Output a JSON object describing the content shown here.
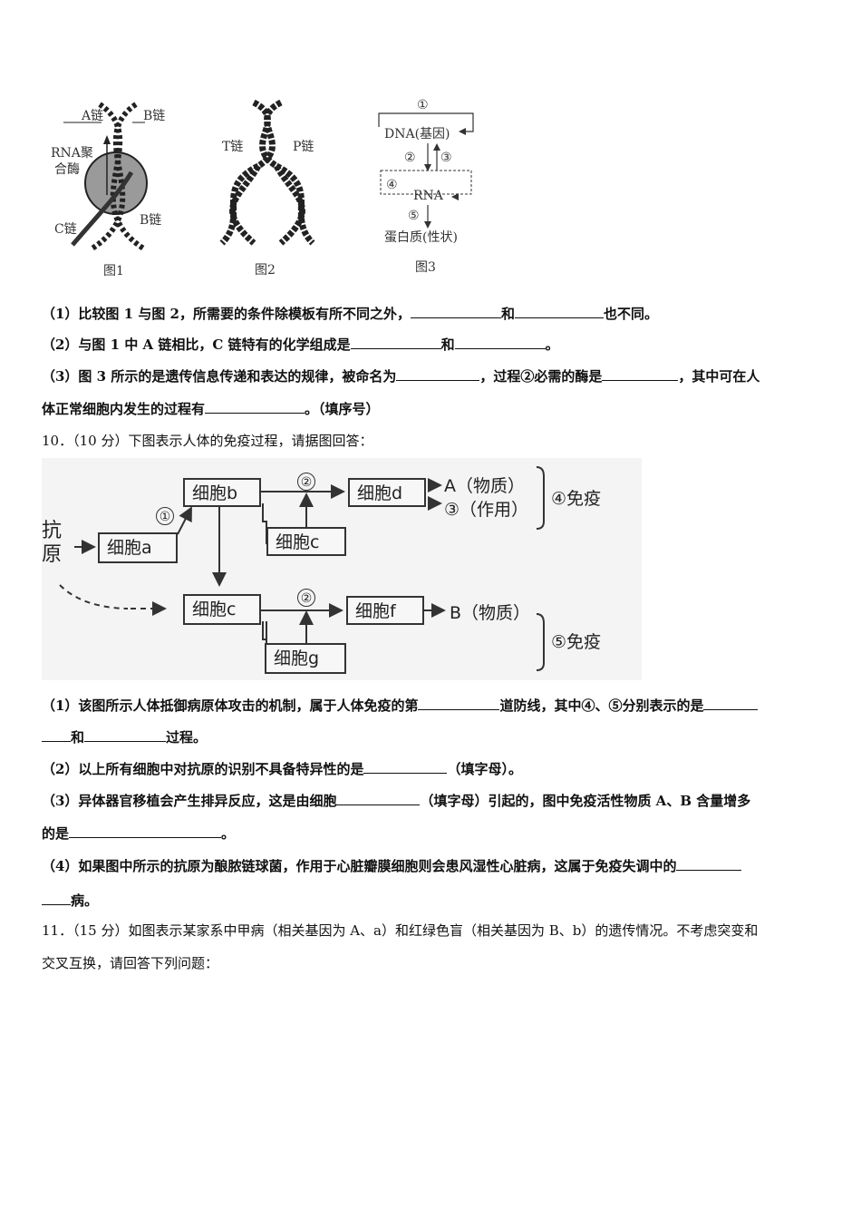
{
  "figures": {
    "fig1": {
      "caption": "图1",
      "labels": [
        "A链",
        "B链",
        "RNA聚",
        "合酶",
        "C链",
        "B链"
      ]
    },
    "fig2": {
      "caption": "图2",
      "labels": [
        "T链",
        "P链"
      ]
    },
    "fig3": {
      "caption": "图3",
      "nodes": [
        "DNA(基因)",
        "RNA",
        "蛋白质(性状)"
      ],
      "process_marks": [
        "①",
        "②",
        "③",
        "④",
        "⑤"
      ]
    }
  },
  "q9": {
    "p1": "（1）比较图 1 与图 2，所需要的条件除模板有所不同之外，",
    "p1_and": "和",
    "p1_end": "也不同。",
    "p2": "（2）与图 1 中 A 链相比，C 链特有的化学组成是",
    "p2_and": "和",
    "p2_end": "。",
    "p3a": "（3）图 3 所示的是遗传信息传递和表达的规律，被命名为",
    "p3b": "，过程②必需的酶是",
    "p3c": "，其中可在人",
    "p3d": "体正常细胞内发生的过程有",
    "p3e": "。（填序号）"
  },
  "q10": {
    "stem": "10．（10 分）下图表示人体的免疫过程，请据图回答：",
    "diagram": {
      "antigen": [
        "抗",
        "原"
      ],
      "cell_a": "细胞a",
      "cell_b": "细胞b",
      "cell_c_top": "细胞c",
      "cell_d": "细胞d",
      "cell_c_bottom": "细胞c",
      "cell_f": "细胞f",
      "cell_g": "细胞g",
      "mark1": "①",
      "mark2_top": "②",
      "mark2_bottom": "②",
      "out_a": "A（物质）",
      "out_3": "③（作用）",
      "imm4": "④免疫",
      "out_b": "B（物质）",
      "imm5": "⑤免疫"
    },
    "p1a": "（1）该图所示人体抵御病原体攻击的机制，属于人体免疫的第",
    "p1b": "道防线，其中④、⑤分别表示的是",
    "p1c": "和",
    "p1d": "过程。",
    "p2a": "（2）以上所有细胞中对抗原的识别不具备特异性的是",
    "p2b": "（填字母）。",
    "p3a": "（3）异体器官移植会产生排异反应，这是由细胞",
    "p3b": "（填字母）引起的，图中免疫活性物质 A、B 含量增多",
    "p3c": "的是",
    "p3d": "。",
    "p4a": "（4）如果图中所示的抗原为酿脓链球菌，作用于心脏瓣膜细胞则会患风湿性心脏病，这属于免疫失调中的",
    "p4b": "病。"
  },
  "q11": {
    "stem1": "11．（15 分）如图表示某家系中甲病（相关基因为 A、a）和红绿色盲（相关基因为 B、b）的遗传情况。不考虑突变和",
    "stem2": "交叉互换，请回答下列问题："
  }
}
